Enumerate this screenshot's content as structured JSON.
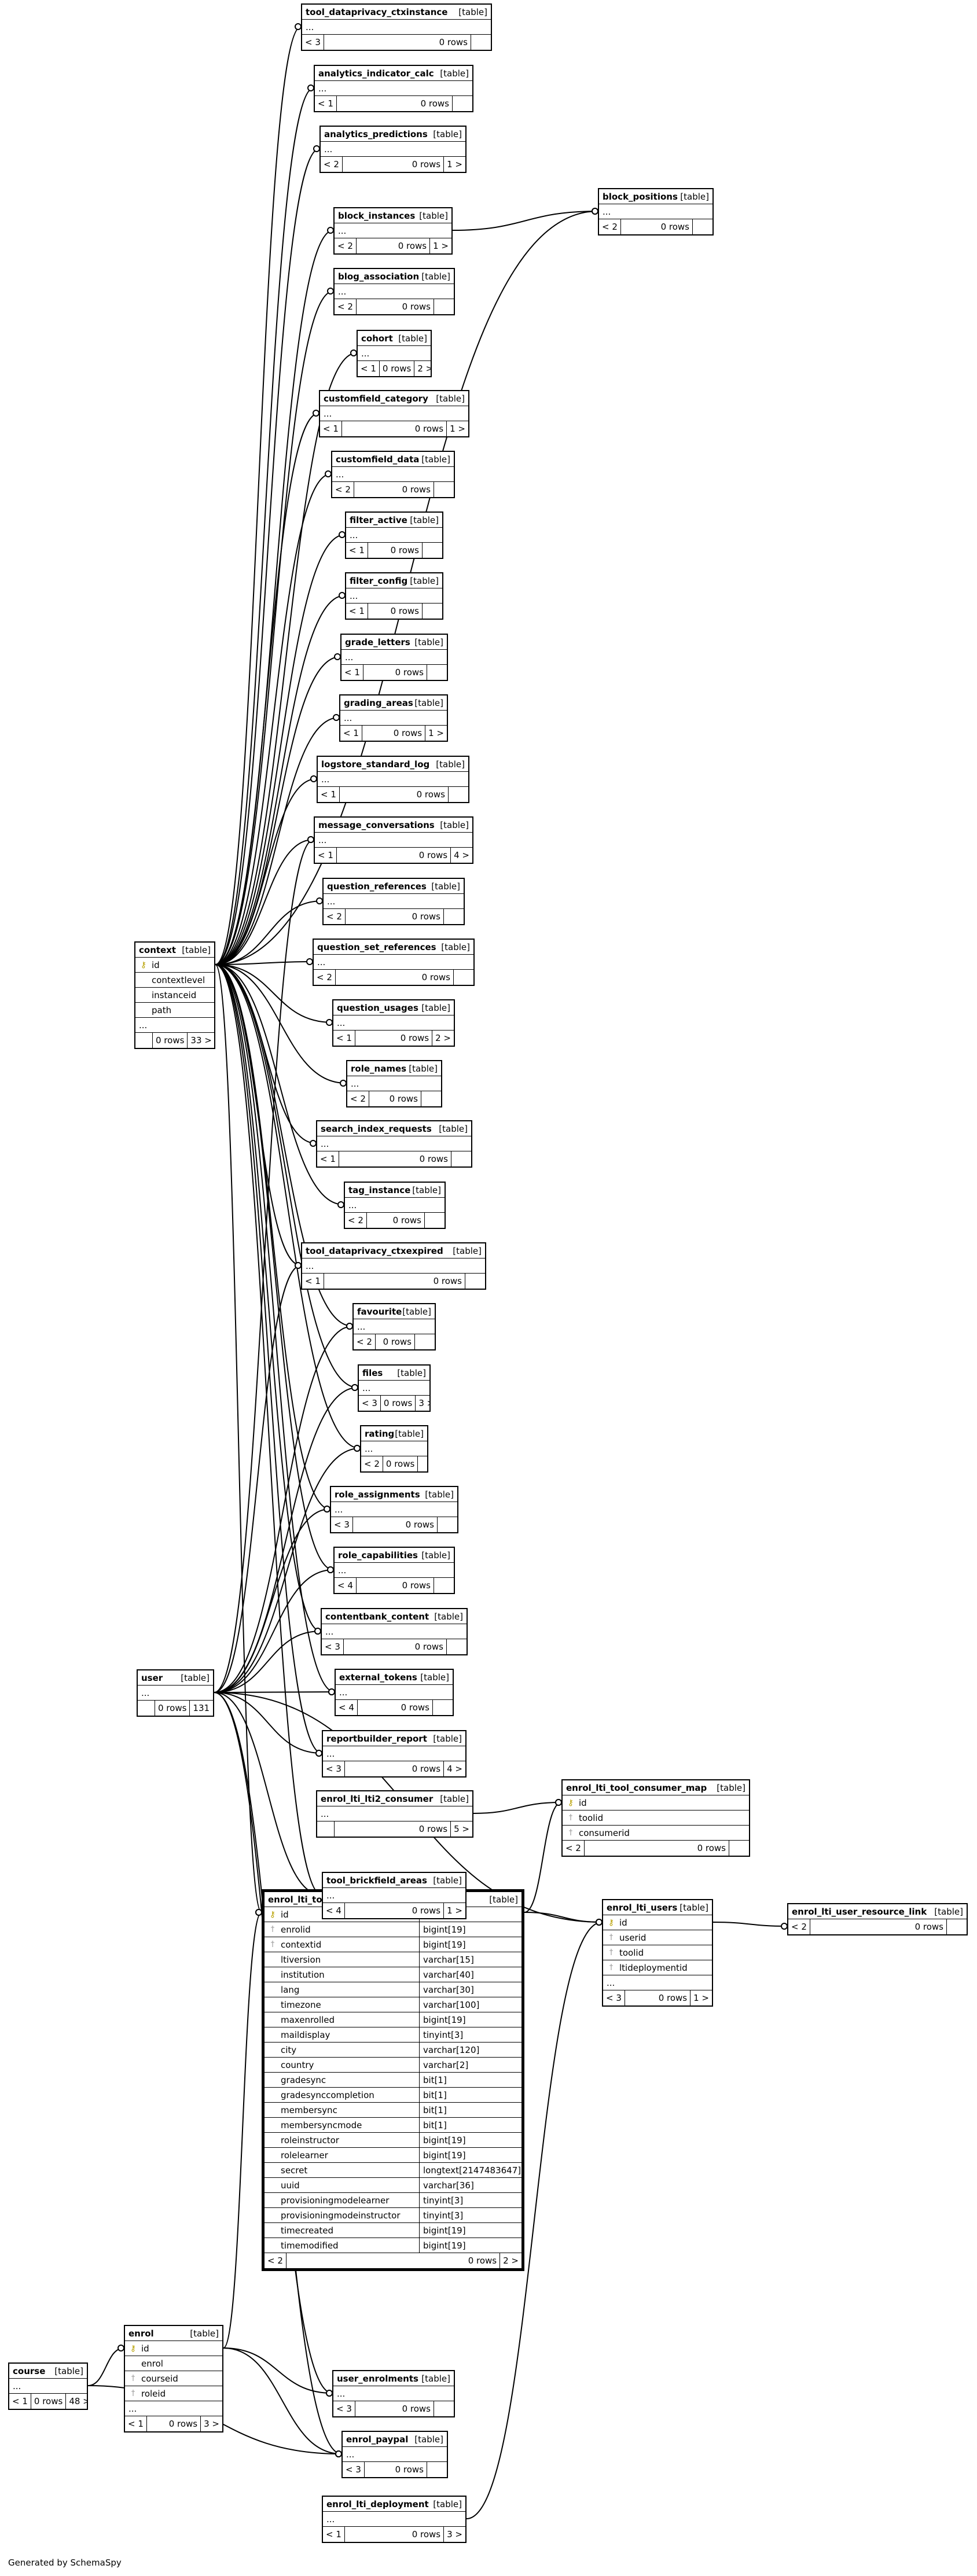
{
  "footer": "Generated by SchemaSpy",
  "tag": "[table]",
  "tables": {
    "context": {
      "name": "context",
      "columns": [
        {
          "key": "pk",
          "name": "id"
        },
        {
          "key": "",
          "name": "contextlevel"
        },
        {
          "key": "",
          "name": "instanceid"
        },
        {
          "key": "",
          "name": "path"
        }
      ],
      "ellipsis": "...",
      "footer": [
        "",
        "0 rows",
        "33 >"
      ]
    },
    "user": {
      "name": "user",
      "columns": [],
      "ellipsis": "...",
      "footer": [
        "",
        "0 rows",
        "131 >"
      ]
    },
    "course": {
      "name": "course",
      "columns": [],
      "ellipsis": "...",
      "footer": [
        "< 1",
        "0 rows",
        "48 >"
      ]
    },
    "enrol": {
      "name": "enrol",
      "columns": [
        {
          "key": "pk",
          "name": "id"
        },
        {
          "key": "",
          "name": "enrol"
        },
        {
          "key": "fk",
          "name": "courseid"
        },
        {
          "key": "fk",
          "name": "roleid"
        }
      ],
      "ellipsis": "...",
      "footer": [
        "< 1",
        "0 rows",
        "3 >"
      ]
    },
    "enrol_lti_tools": {
      "name": "enrol_lti_tools",
      "columns": [
        {
          "key": "pk",
          "name": "id",
          "type": "bigint[19]"
        },
        {
          "key": "fk",
          "name": "enrolid",
          "type": "bigint[19]"
        },
        {
          "key": "fk",
          "name": "contextid",
          "type": "bigint[19]"
        },
        {
          "key": "",
          "name": "ltiversion",
          "type": "varchar[15]"
        },
        {
          "key": "",
          "name": "institution",
          "type": "varchar[40]"
        },
        {
          "key": "",
          "name": "lang",
          "type": "varchar[30]"
        },
        {
          "key": "",
          "name": "timezone",
          "type": "varchar[100]"
        },
        {
          "key": "",
          "name": "maxenrolled",
          "type": "bigint[19]"
        },
        {
          "key": "",
          "name": "maildisplay",
          "type": "tinyint[3]"
        },
        {
          "key": "",
          "name": "city",
          "type": "varchar[120]"
        },
        {
          "key": "",
          "name": "country",
          "type": "varchar[2]"
        },
        {
          "key": "",
          "name": "gradesync",
          "type": "bit[1]"
        },
        {
          "key": "",
          "name": "gradesynccompletion",
          "type": "bit[1]"
        },
        {
          "key": "",
          "name": "membersync",
          "type": "bit[1]"
        },
        {
          "key": "",
          "name": "membersyncmode",
          "type": "bit[1]"
        },
        {
          "key": "",
          "name": "roleinstructor",
          "type": "bigint[19]"
        },
        {
          "key": "",
          "name": "rolelearner",
          "type": "bigint[19]"
        },
        {
          "key": "",
          "name": "secret",
          "type": "longtext[2147483647]"
        },
        {
          "key": "",
          "name": "uuid",
          "type": "varchar[36]"
        },
        {
          "key": "",
          "name": "provisioningmodelearner",
          "type": "tinyint[3]"
        },
        {
          "key": "",
          "name": "provisioningmodeinstructor",
          "type": "tinyint[3]"
        },
        {
          "key": "",
          "name": "timecreated",
          "type": "bigint[19]"
        },
        {
          "key": "",
          "name": "timemodified",
          "type": "bigint[19]"
        }
      ],
      "ellipsis": "",
      "footer": [
        "< 2",
        "0 rows",
        "2 >"
      ]
    },
    "enrol_lti_tool_consumer_map": {
      "name": "enrol_lti_tool_consumer_map",
      "columns": [
        {
          "key": "pk",
          "name": "id"
        },
        {
          "key": "fk",
          "name": "toolid"
        },
        {
          "key": "fk",
          "name": "consumerid"
        }
      ],
      "ellipsis": "",
      "footer": [
        "< 2",
        "0 rows",
        ""
      ]
    },
    "enrol_lti_users": {
      "name": "enrol_lti_users",
      "columns": [
        {
          "key": "pk",
          "name": "id"
        },
        {
          "key": "fk",
          "name": "userid"
        },
        {
          "key": "fk",
          "name": "toolid"
        },
        {
          "key": "fk",
          "name": "ltideploymentid"
        }
      ],
      "ellipsis": "...",
      "footer": [
        "< 3",
        "0 rows",
        "1 >"
      ]
    },
    "enrol_lti_user_resource_link": {
      "name": "enrol_lti_user_resource_link",
      "columns": [],
      "ellipsis": "",
      "footer": [
        "< 2",
        "0 rows",
        ""
      ]
    },
    "enrol_lti_lti2_consumer": {
      "name": "enrol_lti_lti2_consumer",
      "columns": [],
      "ellipsis": "...",
      "footer": [
        "",
        "0 rows",
        "5 >"
      ]
    },
    "enrol_lti_deployment": {
      "name": "enrol_lti_deployment",
      "columns": [],
      "ellipsis": "...",
      "footer": [
        "< 1",
        "0 rows",
        "3 >"
      ]
    },
    "block_positions": {
      "name": "block_positions",
      "columns": [],
      "ellipsis": "...",
      "footer": [
        "< 2",
        "0 rows",
        ""
      ]
    },
    "tool_dataprivacy_ctxinstance": {
      "name": "tool_dataprivacy_ctxinstance",
      "columns": [],
      "ellipsis": "...",
      "footer": [
        "< 3",
        "0 rows",
        ""
      ]
    },
    "analytics_indicator_calc": {
      "name": "analytics_indicator_calc",
      "columns": [],
      "ellipsis": "...",
      "footer": [
        "< 1",
        "0 rows",
        ""
      ]
    },
    "analytics_predictions": {
      "name": "analytics_predictions",
      "columns": [],
      "ellipsis": "...",
      "footer": [
        "< 2",
        "0 rows",
        "1 >"
      ]
    },
    "block_instances": {
      "name": "block_instances",
      "columns": [],
      "ellipsis": "...",
      "footer": [
        "< 2",
        "0 rows",
        "1 >"
      ]
    },
    "blog_association": {
      "name": "blog_association",
      "columns": [],
      "ellipsis": "...",
      "footer": [
        "< 2",
        "0 rows",
        ""
      ]
    },
    "cohort": {
      "name": "cohort",
      "columns": [],
      "ellipsis": "...",
      "footer": [
        "< 1",
        "0 rows",
        "2 >"
      ]
    },
    "customfield_category": {
      "name": "customfield_category",
      "columns": [],
      "ellipsis": "...",
      "footer": [
        "< 1",
        "0 rows",
        "1 >"
      ]
    },
    "customfield_data": {
      "name": "customfield_data",
      "columns": [],
      "ellipsis": "...",
      "footer": [
        "< 2",
        "0 rows",
        ""
      ]
    },
    "filter_active": {
      "name": "filter_active",
      "columns": [],
      "ellipsis": "...",
      "footer": [
        "< 1",
        "0 rows",
        ""
      ]
    },
    "filter_config": {
      "name": "filter_config",
      "columns": [],
      "ellipsis": "...",
      "footer": [
        "< 1",
        "0 rows",
        ""
      ]
    },
    "grade_letters": {
      "name": "grade_letters",
      "columns": [],
      "ellipsis": "...",
      "footer": [
        "< 1",
        "0 rows",
        ""
      ]
    },
    "grading_areas": {
      "name": "grading_areas",
      "columns": [],
      "ellipsis": "...",
      "footer": [
        "< 1",
        "0 rows",
        "1 >"
      ]
    },
    "logstore_standard_log": {
      "name": "logstore_standard_log",
      "columns": [],
      "ellipsis": "...",
      "footer": [
        "< 1",
        "0 rows",
        ""
      ]
    },
    "message_conversations": {
      "name": "message_conversations",
      "columns": [],
      "ellipsis": "...",
      "footer": [
        "< 1",
        "0 rows",
        "4 >"
      ]
    },
    "question_references": {
      "name": "question_references",
      "columns": [],
      "ellipsis": "...",
      "footer": [
        "< 2",
        "0 rows",
        ""
      ]
    },
    "question_set_references": {
      "name": "question_set_references",
      "columns": [],
      "ellipsis": "...",
      "footer": [
        "< 2",
        "0 rows",
        ""
      ]
    },
    "question_usages": {
      "name": "question_usages",
      "columns": [],
      "ellipsis": "...",
      "footer": [
        "< 1",
        "0 rows",
        "2 >"
      ]
    },
    "role_names": {
      "name": "role_names",
      "columns": [],
      "ellipsis": "...",
      "footer": [
        "< 2",
        "0 rows",
        ""
      ]
    },
    "search_index_requests": {
      "name": "search_index_requests",
      "columns": [],
      "ellipsis": "...",
      "footer": [
        "< 1",
        "0 rows",
        ""
      ]
    },
    "tag_instance": {
      "name": "tag_instance",
      "columns": [],
      "ellipsis": "...",
      "footer": [
        "< 2",
        "0 rows",
        ""
      ]
    },
    "tool_dataprivacy_ctxexpired": {
      "name": "tool_dataprivacy_ctxexpired",
      "columns": [],
      "ellipsis": "...",
      "footer": [
        "< 1",
        "0 rows",
        ""
      ]
    },
    "favourite": {
      "name": "favourite",
      "columns": [],
      "ellipsis": "...",
      "footer": [
        "< 2",
        "0 rows",
        ""
      ]
    },
    "files": {
      "name": "files",
      "columns": [],
      "ellipsis": "...",
      "footer": [
        "< 3",
        "0 rows",
        "3 >"
      ]
    },
    "rating": {
      "name": "rating",
      "columns": [],
      "ellipsis": "...",
      "footer": [
        "< 2",
        "0 rows",
        ""
      ]
    },
    "role_assignments": {
      "name": "role_assignments",
      "columns": [],
      "ellipsis": "...",
      "footer": [
        "< 3",
        "0 rows",
        ""
      ]
    },
    "role_capabilities": {
      "name": "role_capabilities",
      "columns": [],
      "ellipsis": "...",
      "footer": [
        "< 4",
        "0 rows",
        ""
      ]
    },
    "contentbank_content": {
      "name": "contentbank_content",
      "columns": [],
      "ellipsis": "...",
      "footer": [
        "< 3",
        "0 rows",
        ""
      ]
    },
    "external_tokens": {
      "name": "external_tokens",
      "columns": [],
      "ellipsis": "...",
      "footer": [
        "< 4",
        "0 rows",
        ""
      ]
    },
    "reportbuilder_report": {
      "name": "reportbuilder_report",
      "columns": [],
      "ellipsis": "...",
      "footer": [
        "< 3",
        "0 rows",
        "4 >"
      ]
    },
    "tool_brickfield_areas": {
      "name": "tool_brickfield_areas",
      "columns": [],
      "ellipsis": "...",
      "footer": [
        "< 4",
        "0 rows",
        "1 >"
      ]
    },
    "user_enrolments": {
      "name": "user_enrolments",
      "columns": [],
      "ellipsis": "...",
      "footer": [
        "< 3",
        "0 rows",
        ""
      ]
    },
    "enrol_paypal": {
      "name": "enrol_paypal",
      "columns": [],
      "ellipsis": "...",
      "footer": [
        "< 3",
        "0 rows",
        ""
      ]
    }
  }
}
